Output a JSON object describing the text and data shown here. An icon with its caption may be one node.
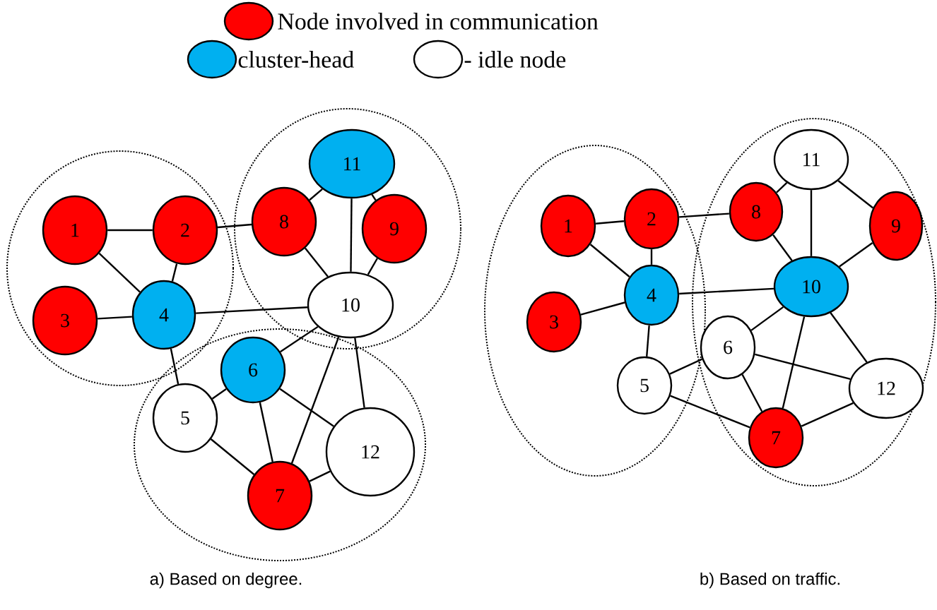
{
  "diagram": {
    "nodes": [
      {
        "text": [],
        "shape": "ellipse"
      },
      {
        "text": [
          "1"
        ],
        "in": 0
      },
      {
        "text": [
          "2"
        ],
        "in": 0
      },
      {
        "text": [
          "3"
        ],
        "in": 0
      },
      {
        "text": [
          "4"
        ],
        "in": 0
      },
      {
        "text": [],
        "shape": "ellipse"
      },
      {
        "text": [
          "11"
        ],
        "in": 5
      },
      {
        "text": [
          "8"
        ],
        "in": 5
      },
      {
        "text": [
          "9"
        ],
        "in": 5
      },
      {
        "text": [
          "10"
        ],
        "in": 5
      },
      {
        "text": [],
        "shape": "ellipse"
      },
      {
        "text": [
          "6"
        ],
        "in": 10
      },
      {
        "text": [
          "5"
        ],
        "in": 10
      },
      {
        "text": [
          "12"
        ],
        "in": 10
      },
      {
        "text": [
          "7"
        ],
        "in": 10
      },
      {
        "text": [],
        "shape": "ellipse"
      },
      {
        "text": [
          "1"
        ],
        "in": 15
      },
      {
        "text": [
          "2"
        ],
        "in": 15
      },
      {
        "text": [
          "3"
        ],
        "in": 15
      },
      {
        "text": [
          "4"
        ],
        "in": 15
      },
      {
        "text": [
          "5"
        ],
        "in": 15
      },
      {
        "text": [],
        "shape": "ellipse"
      },
      {
        "text": [
          "11"
        ],
        "in": 21
      },
      {
        "text": [
          "8"
        ],
        "in": 21
      },
      {
        "text": [
          "9"
        ],
        "in": 21
      },
      {
        "text": [
          "10"
        ],
        "in": 21
      },
      {
        "text": [
          "6"
        ],
        "in": 21
      },
      {
        "text": [
          "12"
        ],
        "in": 21
      },
      {
        "text": [
          "7"
        ],
        "in": 21
      }
    ],
    "edges": [
      {
        "from": 1,
        "to": 2,
        "arrow": "none"
      },
      {
        "from": 1,
        "to": 4,
        "arrow": "none"
      },
      {
        "from": 2,
        "to": 4,
        "arrow": "none"
      },
      {
        "from": 3,
        "to": 4,
        "arrow": "none"
      },
      {
        "from": 2,
        "to": 7,
        "arrow": "none"
      },
      {
        "from": 7,
        "to": 6,
        "arrow": "none"
      },
      {
        "from": 6,
        "to": 9,
        "arrow": "none"
      },
      {
        "from": 6,
        "to": 8,
        "arrow": "none"
      },
      {
        "from": 8,
        "to": 9,
        "arrow": "none"
      },
      {
        "from": 7,
        "to": 9,
        "arrow": "none"
      },
      {
        "from": 4,
        "to": 9,
        "arrow": "none"
      },
      {
        "from": 9,
        "to": 11,
        "arrow": "none"
      },
      {
        "from": 9,
        "to": 14,
        "arrow": "none"
      },
      {
        "from": 9,
        "to": 13,
        "arrow": "none"
      },
      {
        "from": 4,
        "to": 12,
        "arrow": "none"
      },
      {
        "from": 12,
        "to": 11,
        "arrow": "none"
      },
      {
        "from": 11,
        "to": 14,
        "arrow": "none"
      },
      {
        "from": 11,
        "to": 13,
        "arrow": "none"
      },
      {
        "from": 12,
        "to": 14,
        "arrow": "none"
      },
      {
        "from": 13,
        "to": 14,
        "arrow": "none"
      },
      {
        "from": 16,
        "to": 17,
        "arrow": "none"
      },
      {
        "from": 16,
        "to": 19,
        "arrow": "none"
      },
      {
        "from": 17,
        "to": 19,
        "arrow": "none"
      },
      {
        "from": 18,
        "to": 19,
        "arrow": "none"
      },
      {
        "from": 17,
        "to": 23,
        "arrow": "none"
      },
      {
        "from": 23,
        "to": 22,
        "arrow": "none"
      },
      {
        "from": 22,
        "to": 25,
        "arrow": "none"
      },
      {
        "from": 22,
        "to": 24,
        "arrow": "none"
      },
      {
        "from": 24,
        "to": 25,
        "arrow": "none"
      },
      {
        "from": 23,
        "to": 25,
        "arrow": "none"
      },
      {
        "from": 19,
        "to": 25,
        "arrow": "none"
      },
      {
        "from": 25,
        "to": 26,
        "arrow": "none"
      },
      {
        "from": 25,
        "to": 28,
        "arrow": "none"
      },
      {
        "from": 25,
        "to": 27,
        "arrow": "none"
      },
      {
        "from": 19,
        "to": 20,
        "arrow": "none"
      },
      {
        "from": 20,
        "to": 26,
        "arrow": "none"
      },
      {
        "from": 26,
        "to": 28,
        "arrow": "none"
      },
      {
        "from": 26,
        "to": 27,
        "arrow": "none"
      },
      {
        "from": 20,
        "to": 28,
        "arrow": "none"
      },
      {
        "from": 27,
        "to": 28,
        "arrow": "none"
      }
    ],
    "labels": [
      "a)  Based on degree.",
      "b) Based on traffic."
    ],
    "legend": [
      {
        "text": "Node involved in communication",
        "color": "#ff0000"
      },
      {
        "text": "cluster-head",
        "color": "#00b0f0"
      },
      {
        "text": "- idle node"
      }
    ]
  }
}
